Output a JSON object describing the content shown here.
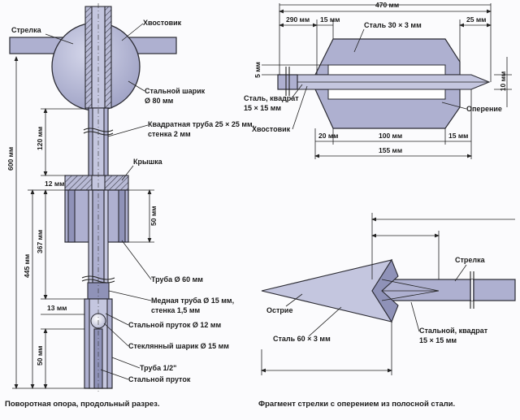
{
  "left": {
    "labels": {
      "arrow": "Стрелка",
      "tail": "Хвостовик",
      "ball": "Стальной шарик",
      "ball_size": "Ø 80 мм",
      "square_tube": "Квадратная труба 25 × 25 мм,",
      "square_tube_wall": "стенка 2 мм",
      "cap": "Крышка",
      "pipe60": "Труба Ø 60 мм",
      "copper": "Медная труба Ø 15 мм,",
      "copper_wall": "стенка 1,5 мм",
      "rod12": "Стальной пруток Ø 12 мм",
      "glass_ball": "Стеклянный шарик Ø 15 мм",
      "pipe12": "Труба 1/2\"",
      "rod": "Стальной пруток"
    },
    "dims": {
      "d600": "600 мм",
      "d120": "120 мм",
      "d12": "12 мм",
      "d50a": "50 мм",
      "d367": "367 мм",
      "d445": "445 мм",
      "d13": "13 мм",
      "d50b": "50 мм"
    },
    "caption": "Поворотная опора, продольный разрез."
  },
  "top_right": {
    "dims": {
      "d470": "470 мм",
      "d290": "290 мм",
      "d15a": "15 мм",
      "d25": "25 мм",
      "d5": "5 мм",
      "d10": "10 мм",
      "d20": "20 мм",
      "d100": "100 мм",
      "d15b": "15 мм",
      "d155": "155 мм"
    },
    "labels": {
      "steel30": "Сталь 30 × 3 мм",
      "steel_sq1": "Сталь, квадрат",
      "steel_sq2": "15 × 15 мм",
      "fletching": "Оперение",
      "tail": "Хвостовик"
    }
  },
  "bottom_right": {
    "labels": {
      "arrow": "Стрелка",
      "tip": "Острие",
      "steel60": "Сталь 60 × 3 мм",
      "steel_sq1": "Стальной, квадрат",
      "steel_sq2": "15 × 15 мм"
    },
    "caption": "Фрагмент стрелки с оперением из полосной стали."
  }
}
